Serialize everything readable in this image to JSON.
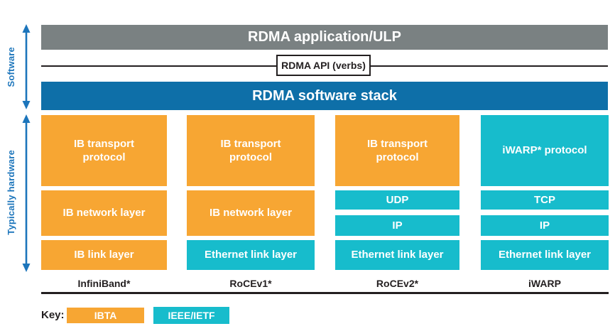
{
  "palette": {
    "ibta_orange": "#F7A633",
    "ieee_cyan": "#17BCCC",
    "stack_blue": "#0E6FA8",
    "app_gray": "#7A8182",
    "accent_blue": "#1C75BB",
    "line_dark": "#231F20"
  },
  "side_labels": {
    "software": "Software",
    "hardware": "Typically hardware"
  },
  "header": {
    "application_bar": "RDMA application/ULP",
    "api_box": "RDMA API (verbs)",
    "software_stack_bar": "RDMA software stack"
  },
  "columns": [
    {
      "label": "InfiniBand*",
      "boxes": [
        {
          "text": "IB transport protocol",
          "type": "ibta",
          "size": "tall"
        },
        {
          "text": "IB network layer",
          "type": "ibta",
          "size": "mid"
        },
        {
          "text": "IB link layer",
          "type": "ibta",
          "size": "short"
        }
      ]
    },
    {
      "label": "RoCEv1*",
      "boxes": [
        {
          "text": "IB transport protocol",
          "type": "ibta",
          "size": "tall"
        },
        {
          "text": "IB network layer",
          "type": "ibta",
          "size": "mid"
        },
        {
          "text": "Ethernet link layer",
          "type": "ieee",
          "size": "short"
        }
      ]
    },
    {
      "label": "RoCEv2*",
      "boxes": [
        {
          "text": "IB transport protocol",
          "type": "ibta",
          "size": "tall"
        },
        {
          "text": "UDP",
          "type": "ieee",
          "size": "small"
        },
        {
          "text": "IP",
          "type": "ieee",
          "size": "small2"
        },
        {
          "text": "Ethernet link layer",
          "type": "ieee",
          "size": "short"
        }
      ]
    },
    {
      "label": "iWARP",
      "boxes": [
        {
          "text": "iWARP* protocol",
          "type": "ieee",
          "size": "tall"
        },
        {
          "text": "TCP",
          "type": "ieee",
          "size": "small"
        },
        {
          "text": "IP",
          "type": "ieee",
          "size": "small2"
        },
        {
          "text": "Ethernet link layer",
          "type": "ieee",
          "size": "short"
        }
      ]
    }
  ],
  "key": {
    "label": "Key:",
    "items": [
      {
        "label": "IBTA",
        "type": "ibta"
      },
      {
        "label": "IEEE/IETF",
        "type": "ieee"
      }
    ]
  }
}
